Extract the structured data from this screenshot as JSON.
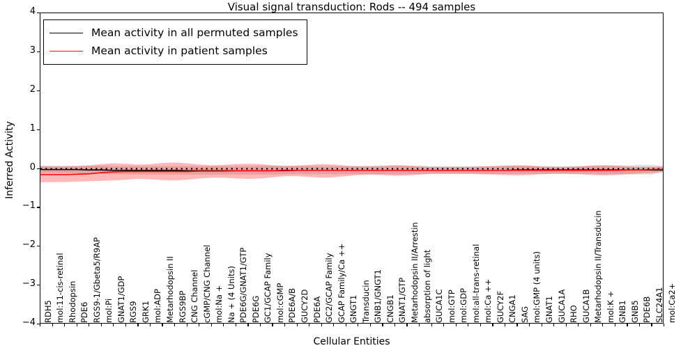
{
  "chart_data": {
    "type": "line",
    "title": "Visual signal transduction: Rods -- 494 samples",
    "xlabel": "Cellular Entities",
    "ylabel": "Inferred Activity",
    "ylim": [
      -4,
      4
    ],
    "yticks": [
      4,
      3,
      2,
      1,
      0,
      -1,
      -2,
      -3,
      -4
    ],
    "ytick_labels": [
      "4",
      "3",
      "2",
      "1",
      "0",
      "−1",
      "−2",
      "−3",
      "−4"
    ],
    "grid": false,
    "legend_position": "upper left",
    "legend": [
      {
        "label": "Mean activity in all permuted samples",
        "color": "#000000"
      },
      {
        "label": "Mean activity in patient samples",
        "color": "#ff0000"
      }
    ],
    "categories": [
      "RDH5",
      "mol:11-cis-retinal",
      "Rhodopsin",
      "PDE6",
      "RGS9-1/Gbeta5/R9AP",
      "mol:Pi",
      "GNAT1/GDP",
      "RGS9",
      "GRK1",
      "mol:ADP",
      "Metarhodopsin II",
      "RGS9BP",
      "CNG Channel",
      "cGMP/CNG Channel",
      "mol:Na +",
      "Na + (4 Units)",
      "PDE6G/GNAT1/GTP",
      "PDE6G",
      "GC1/GCAP Family",
      "mol:cGMP",
      "PDE6A/B",
      "GUCY2D",
      "PDE6A",
      "GC2/GCAP Family",
      "GCAP Family/Ca ++",
      "GNGT1",
      "Transducin",
      "GNB1/GNGT1",
      "CNGB1",
      "GNAT1/GTP",
      "Metarhodopsin II/Arrestin",
      "absorption of light",
      "GUCA1C",
      "mol:GTP",
      "mol:GDP",
      "mol:all-trans-retinal",
      "mol:Ca ++",
      "GUCY2F",
      "CNGA1",
      "SAG",
      "mol:GMP (4 units)",
      "GNAT1",
      "GUCA1A",
      "RHO",
      "GUCA1B",
      "Metarhodopsin II/Transducin",
      "mol:K +",
      "GNB1",
      "GNB5",
      "PDE6B",
      "SLC24A1",
      "mol:Ca2+"
    ],
    "series": [
      {
        "name": "Mean activity in all permuted samples",
        "color": "#000000",
        "style": "solid",
        "values": [
          -0.02,
          -0.02,
          -0.02,
          -0.02,
          -0.03,
          -0.03,
          -0.04,
          -0.04,
          -0.04,
          -0.04,
          -0.04,
          -0.04,
          -0.05,
          -0.05,
          -0.05,
          -0.05,
          -0.05,
          -0.05,
          -0.05,
          -0.05,
          -0.04,
          -0.04,
          -0.04,
          -0.04,
          -0.04,
          -0.04,
          -0.04,
          -0.04,
          -0.04,
          -0.04,
          -0.04,
          -0.04,
          -0.04,
          -0.04,
          -0.04,
          -0.04,
          -0.04,
          -0.04,
          -0.04,
          -0.03,
          -0.03,
          -0.03,
          -0.03,
          -0.03,
          -0.03,
          -0.03,
          -0.03,
          -0.03,
          -0.03,
          -0.03,
          -0.03,
          -0.03
        ]
      },
      {
        "name": "Permuted median (dotted)",
        "color": "#000000",
        "style": "dotted",
        "values": [
          0.0,
          0.0,
          0.0,
          0.0,
          0.0,
          0.0,
          0.0,
          0.0,
          0.0,
          0.0,
          0.0,
          0.0,
          0.0,
          0.0,
          0.0,
          0.0,
          0.0,
          0.0,
          0.0,
          0.0,
          0.0,
          0.0,
          0.0,
          0.0,
          0.0,
          0.0,
          0.0,
          0.0,
          0.0,
          0.0,
          0.0,
          0.0,
          0.0,
          0.0,
          0.0,
          0.0,
          0.0,
          0.0,
          0.0,
          0.0,
          0.0,
          0.0,
          0.0,
          0.0,
          0.0,
          0.0,
          0.0,
          0.0,
          0.0,
          0.0,
          0.0,
          0.0
        ]
      },
      {
        "name": "Mean activity in patient samples",
        "color": "#ff0000",
        "style": "solid",
        "values": [
          -0.15,
          -0.15,
          -0.15,
          -0.14,
          -0.13,
          -0.1,
          -0.08,
          -0.07,
          -0.07,
          -0.07,
          -0.07,
          -0.07,
          -0.07,
          -0.06,
          -0.06,
          -0.06,
          -0.05,
          -0.05,
          -0.05,
          -0.05,
          -0.05,
          -0.04,
          -0.04,
          -0.04,
          -0.04,
          -0.04,
          -0.04,
          -0.04,
          -0.04,
          -0.04,
          -0.04,
          -0.04,
          -0.04,
          -0.04,
          -0.04,
          -0.04,
          -0.04,
          -0.04,
          -0.04,
          -0.04,
          -0.04,
          -0.04,
          -0.04,
          -0.04,
          -0.04,
          -0.04,
          -0.04,
          -0.04,
          -0.03,
          -0.03,
          -0.02,
          -0.01
        ]
      }
    ],
    "bands": [
      {
        "name": "permuted-band",
        "color": "#000000",
        "opacity": 0.12,
        "upper": [
          0.08,
          0.08,
          0.08,
          0.08,
          0.08,
          0.08,
          0.07,
          0.07,
          0.07,
          0.07,
          0.07,
          0.07,
          0.07,
          0.07,
          0.07,
          0.07,
          0.07,
          0.07,
          0.08,
          0.08,
          0.08,
          0.08,
          0.07,
          0.07,
          0.07,
          0.07,
          0.08,
          0.08,
          0.09,
          0.09,
          0.08,
          0.08,
          0.07,
          0.07,
          0.07,
          0.07,
          0.07,
          0.07,
          0.08,
          0.08,
          0.08,
          0.07,
          0.07,
          0.07,
          0.07,
          0.08,
          0.09,
          0.09,
          0.09,
          0.1,
          0.1,
          0.07
        ],
        "lower": [
          -0.11,
          -0.11,
          -0.11,
          -0.11,
          -0.12,
          -0.13,
          -0.14,
          -0.14,
          -0.15,
          -0.15,
          -0.15,
          -0.15,
          -0.15,
          -0.15,
          -0.15,
          -0.15,
          -0.15,
          -0.15,
          -0.15,
          -0.15,
          -0.14,
          -0.14,
          -0.14,
          -0.14,
          -0.14,
          -0.14,
          -0.14,
          -0.14,
          -0.14,
          -0.14,
          -0.14,
          -0.14,
          -0.13,
          -0.13,
          -0.13,
          -0.13,
          -0.13,
          -0.13,
          -0.13,
          -0.13,
          -0.13,
          -0.13,
          -0.13,
          -0.13,
          -0.13,
          -0.13,
          -0.14,
          -0.14,
          -0.14,
          -0.15,
          -0.15,
          -0.08
        ]
      },
      {
        "name": "patient-band",
        "color": "#ff0000",
        "opacity": 0.28,
        "upper": [
          0.07,
          0.06,
          0.06,
          0.07,
          0.09,
          0.12,
          0.14,
          0.13,
          0.11,
          0.12,
          0.15,
          0.16,
          0.14,
          0.11,
          0.09,
          0.1,
          0.12,
          0.13,
          0.12,
          0.09,
          0.07,
          0.08,
          0.1,
          0.12,
          0.11,
          0.08,
          0.06,
          0.06,
          0.07,
          0.09,
          0.08,
          0.06,
          0.05,
          0.05,
          0.05,
          0.05,
          0.06,
          0.07,
          0.08,
          0.09,
          0.08,
          0.06,
          0.05,
          0.05,
          0.06,
          0.08,
          0.09,
          0.08,
          0.06,
          0.05,
          0.05,
          0.06
        ],
        "lower": [
          -0.35,
          -0.34,
          -0.34,
          -0.33,
          -0.32,
          -0.31,
          -0.3,
          -0.28,
          -0.26,
          -0.27,
          -0.29,
          -0.3,
          -0.28,
          -0.25,
          -0.23,
          -0.23,
          -0.25,
          -0.26,
          -0.25,
          -0.22,
          -0.19,
          -0.19,
          -0.21,
          -0.23,
          -0.22,
          -0.19,
          -0.16,
          -0.15,
          -0.16,
          -0.18,
          -0.17,
          -0.15,
          -0.13,
          -0.13,
          -0.13,
          -0.13,
          -0.14,
          -0.15,
          -0.16,
          -0.17,
          -0.16,
          -0.14,
          -0.13,
          -0.13,
          -0.14,
          -0.16,
          -0.17,
          -0.16,
          -0.14,
          -0.12,
          -0.11,
          -0.08
        ]
      }
    ]
  }
}
